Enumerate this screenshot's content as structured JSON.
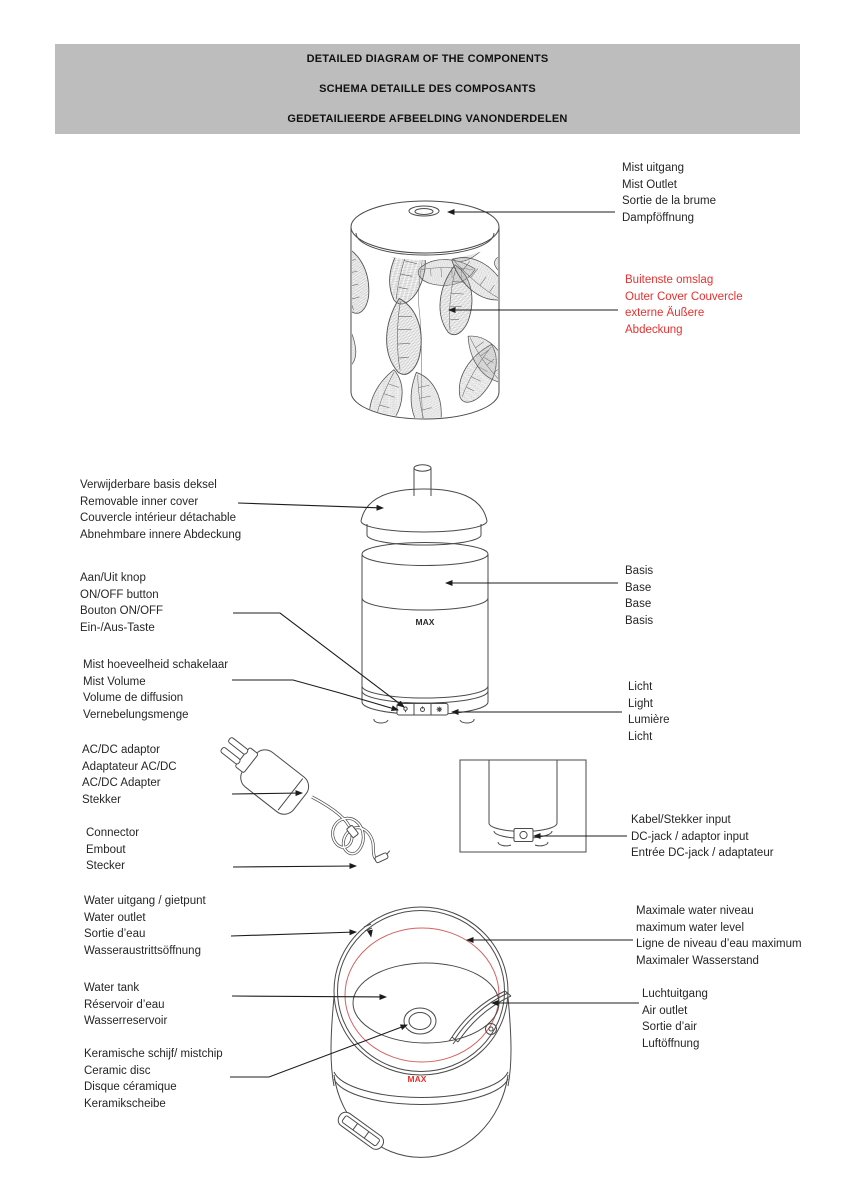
{
  "colors": {
    "red": "#e8312f",
    "header_bg": "#bdbdbd"
  },
  "header": {
    "lines": [
      "DETAILED DIAGRAM OF THE COMPONENTS",
      "SCHEMA DETAILLE DES COMPOSANTS",
      "GEDETAILIEERDE AFBEELDING VANONDERDELEN"
    ]
  },
  "labels": {
    "mist_outlet": {
      "lines": [
        "Mist uitgang",
        "Mist Outlet",
        "Sortie de la brume",
        "Dampföffnung"
      ]
    },
    "outer_cover": {
      "lines": [
        "Buitenste omslag",
        "Outer Cover Couvercle",
        "externe Äußere",
        "Abdeckung"
      ]
    },
    "inner_cover": {
      "lines": [
        "Verwijderbare basis deksel",
        "Removable inner cover",
        "Couvercle intérieur détachable",
        "Abnehmbare innere Abdeckung"
      ]
    },
    "on_off": {
      "lines": [
        "Aan/Uit knop",
        "ON/OFF button",
        "Bouton ON/OFF",
        "Ein-/Aus-Taste"
      ]
    },
    "mist_volume": {
      "lines": [
        "Mist hoeveelheid schakelaar",
        "Mist Volume",
        "Volume de diffusion",
        "Vernebelungsmenge"
      ]
    },
    "adaptor": {
      "lines": [
        "AC/DC adaptor",
        "Adaptateur AC/DC",
        "AC/DC Adapter",
        "Stekker"
      ]
    },
    "connector": {
      "lines": [
        "Connector",
        "Embout",
        "Stecker"
      ]
    },
    "water_outlet": {
      "lines": [
        "Water uitgang / gietpunt",
        "Water outlet",
        "Sortie d’eau",
        "Wasseraustrittsöffnung"
      ]
    },
    "water_tank": {
      "lines": [
        "Water tank",
        "Réservoir d’eau",
        "Wasserreservoir"
      ]
    },
    "ceramic_disc": {
      "lines": [
        "Keramische schijf/ mistchip",
        "Ceramic disc",
        "Disque céramique",
        "Keramikscheibe"
      ]
    },
    "base": {
      "lines": [
        "Basis",
        "Base",
        "Base",
        "Basis"
      ]
    },
    "light": {
      "lines": [
        "Licht",
        "Light",
        "Lumière",
        "Licht"
      ]
    },
    "dc_jack": {
      "lines": [
        "Kabel/Stekker input",
        "DC-jack / adaptor input",
        "Entrée DC-jack / adaptateur"
      ]
    },
    "max_level": {
      "lines": [
        "Maximale water niveau",
        "maximum water level",
        "Ligne de niveau d’eau maximum",
        "Maximaler Wasserstand"
      ]
    },
    "air_outlet": {
      "lines": [
        "Luchtuitgang",
        "Air outlet",
        "Sortie d’air",
        "Luftöffnung"
      ]
    }
  },
  "diagram": {
    "base_max": "MAX",
    "tank_max": "MAX"
  }
}
